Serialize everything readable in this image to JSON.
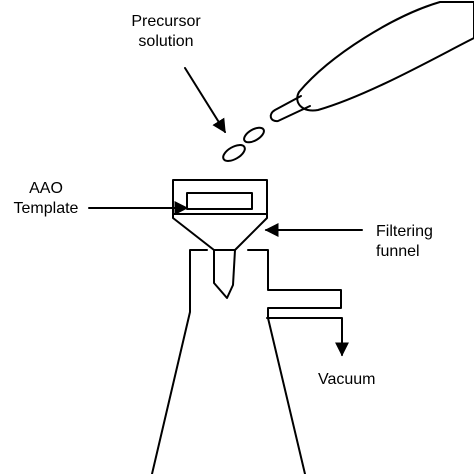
{
  "labels": {
    "precursor": [
      "Precursor",
      "solution"
    ],
    "aao": [
      "AAO",
      "Template"
    ],
    "funnel": [
      "Filtering",
      "funnel"
    ],
    "vacuum": "Vacuum"
  },
  "colors": {
    "stroke": "#000000",
    "background": "#ffffff"
  }
}
